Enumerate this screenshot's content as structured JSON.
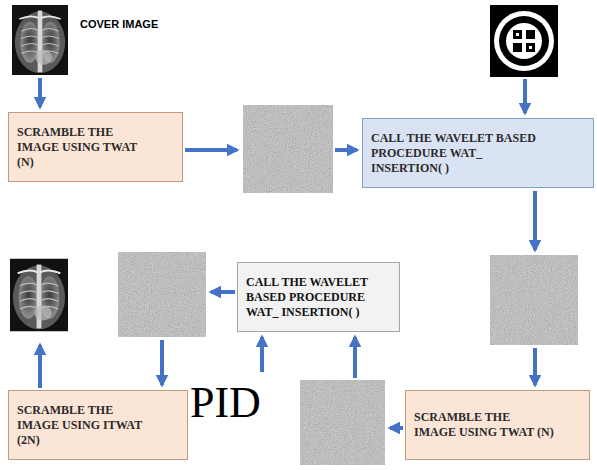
{
  "diagram": {
    "nodes": [
      {
        "text": [
          "SCRAMBLE THE IMAGE USING TWAT (N)"
        ]
      },
      {
        "text": [
          "CALL THE WAVELET BASED PROCEDURE WAT_ INSERTION( )"
        ]
      },
      {
        "text": [
          "CALL THE WAVELET BASED PROCEDURE WAT_ INSERTION( )"
        ]
      },
      {
        "text": [
          "SCRAMBLE THE IMAGE USING ITWAT (2N)"
        ]
      },
      {
        "text": [
          "SCRAMBLE THE IMAGE USING TWAT (N)"
        ]
      }
    ],
    "labels": [
      "COVER IMAGE",
      "PID"
    ]
  }
}
